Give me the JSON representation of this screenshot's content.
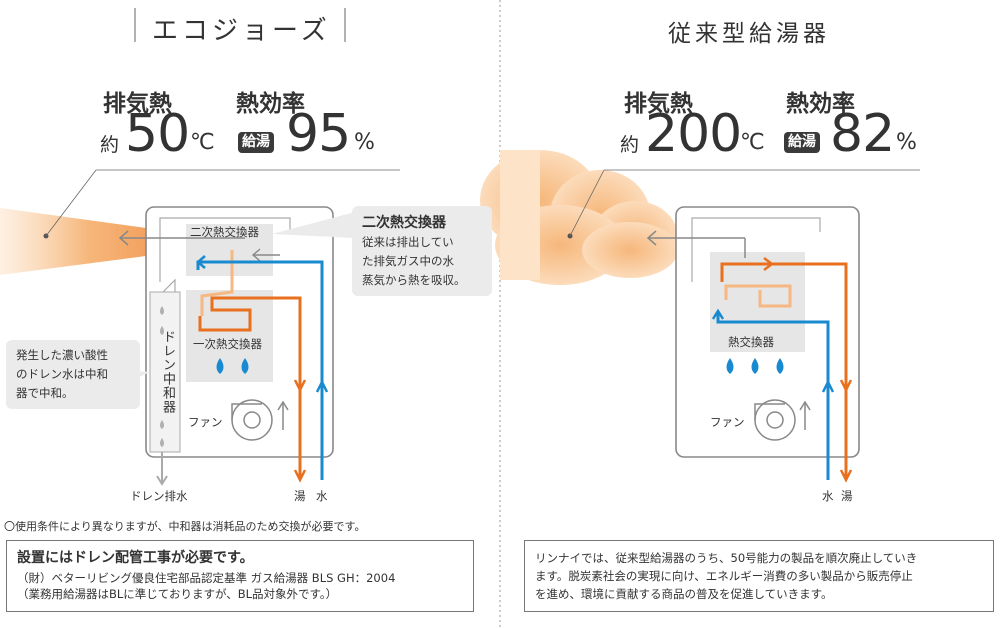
{
  "left": {
    "title": "エコジョーズ",
    "exhaust_heat_label": "排気熱",
    "efficiency_label": "熱効率",
    "approx_label": "約",
    "exhaust_temp_value": "50",
    "exhaust_temp_unit": "℃",
    "hot_water_tag": "給湯",
    "efficiency_value": "95",
    "efficiency_unit": "%",
    "secondary_hx_label": "二次熱交換器",
    "primary_hx_label": "一次熱交換器",
    "drain_neutralizer_label": "ドレン中和器",
    "fan_label": "ファン",
    "drain_discharge_label": "ドレン排水",
    "hot_label": "湯",
    "water_label": "水",
    "callout_secondary": {
      "title": "二次熱交換器",
      "lines": [
        "従来は排出してい",
        "た排気ガス中の水",
        "蒸気から熱を吸収。"
      ]
    },
    "callout_drain": {
      "lines": [
        "発生した濃い酸性",
        "のドレン水は中和",
        "器で中和。"
      ]
    },
    "footnote": "〇使用条件により異なりますが、中和器は消耗品のため交換が必要です。",
    "notice": {
      "title": "設置にはドレン配管工事が必要です。",
      "lines": [
        "（財）ベターリビング優良住宅部品認定基準 ガス給湯器 BLS GH：2004",
        "（業務用給湯器はBLに準じておりますが、BL品対象外です。）"
      ]
    }
  },
  "right": {
    "title": "従来型給湯器",
    "exhaust_heat_label": "排気熱",
    "efficiency_label": "熱効率",
    "approx_label": "約",
    "exhaust_temp_value": "200",
    "exhaust_temp_unit": "℃",
    "hot_water_tag": "給湯",
    "efficiency_value": "82",
    "efficiency_unit": "%",
    "hx_label": "熱交換器",
    "fan_label": "ファン",
    "water_label": "水",
    "hot_label": "湯",
    "notice": {
      "lines": [
        "リンナイでは、従来型給湯器のうち、50号能力の製品を順次廃止していき",
        "ます。脱炭素社会の実現に向け、エネルギー消費の多い製品から販売停止",
        "を進め、環境に貢献する商品の普及を促進していきます。"
      ]
    }
  },
  "colors": {
    "hot": "#e8701e",
    "cold": "#1a8ad0",
    "warm_light": "#f5b882",
    "gray": "#888888",
    "panel": "#ebebeb"
  },
  "icons": [
    "arrow-icon",
    "water-drop-icon",
    "fan-icon"
  ]
}
